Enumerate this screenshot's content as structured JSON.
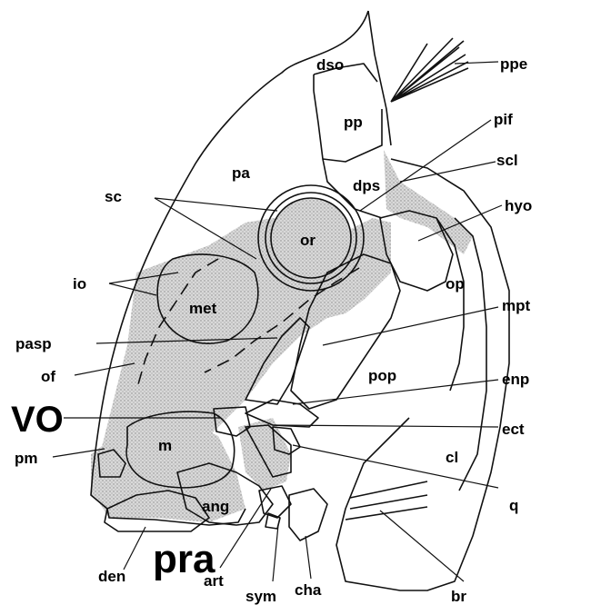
{
  "labels": {
    "ppe": "ppe",
    "dso": "dso",
    "pp": "pp",
    "pif": "pif",
    "scl": "scl",
    "pa": "pa",
    "dps": "dps",
    "sc": "sc",
    "hyo": "hyo",
    "or": "or",
    "io": "io",
    "op": "op",
    "met": "met",
    "mpt": "mpt",
    "pasp": "pasp",
    "of": "of",
    "pop": "pop",
    "enp": "enp",
    "vo": "vo",
    "ect": "ect",
    "m": "m",
    "cl": "cl",
    "pm": "pm",
    "q": "q",
    "ang": "ang",
    "pra": "pra",
    "den": "den",
    "art": "art",
    "sym": "sym",
    "cha": "cha",
    "br": "br"
  }
}
